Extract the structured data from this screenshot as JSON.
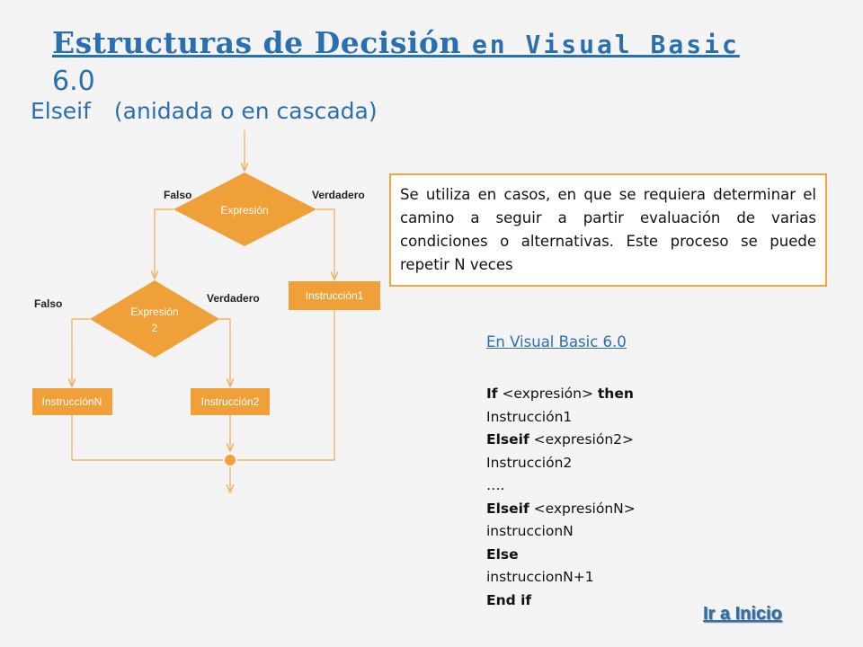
{
  "title": {
    "main": "Estructuras de Decisión",
    "rest": "en Visual Basic",
    "wrap": "6.0"
  },
  "subtitle": {
    "keyword": "Elseif",
    "text": "(anidada o en cascada)"
  },
  "diagram": {
    "decision1": "Expresión",
    "decision2_line1": "Expresión",
    "decision2_line2": "2",
    "false_label_1": "Falso",
    "true_label_1": "Verdadero",
    "false_label_2": "Falso",
    "true_label_2": "Verdadero",
    "instruction1": "Instrucción1",
    "instruction2": "Instrucción2",
    "instructionN": "InstrucciónN",
    "colors": {
      "shape_fill": "#f0a038",
      "connector": "#f3b36a"
    }
  },
  "note": {
    "text": "Se utiliza en casos,  en que se requiera determinar el camino a seguir a partir evaluación de varias condiciones o alternativas. Este proceso se puede repetir N veces"
  },
  "visual_basic": {
    "heading": "En Visual Basic 6.0",
    "lines": [
      {
        "kw": "If",
        "rest": " <expresión> ",
        "kw2": "then"
      },
      {
        "kw": "",
        "rest": "Instrucción1",
        "kw2": ""
      },
      {
        "kw": "Elseif",
        "rest": " <expresión2>",
        "kw2": ""
      },
      {
        "kw": "",
        "rest": "Instrucción2",
        "kw2": ""
      },
      {
        "kw": "",
        "rest": "….",
        "kw2": ""
      },
      {
        "kw": "Elseif",
        "rest": " <expresiónN>",
        "kw2": ""
      },
      {
        "kw": "",
        "rest": "instruccionN",
        "kw2": ""
      },
      {
        "kw": "Else",
        "rest": "",
        "kw2": ""
      },
      {
        "kw": "",
        "rest": "instruccionN+1",
        "kw2": ""
      },
      {
        "kw": "End if",
        "rest": "",
        "kw2": ""
      }
    ]
  },
  "links": {
    "home": "Ir a Inicio"
  },
  "colors": {
    "accent": "#2a6fb0",
    "note_border": "#f0a83c"
  }
}
